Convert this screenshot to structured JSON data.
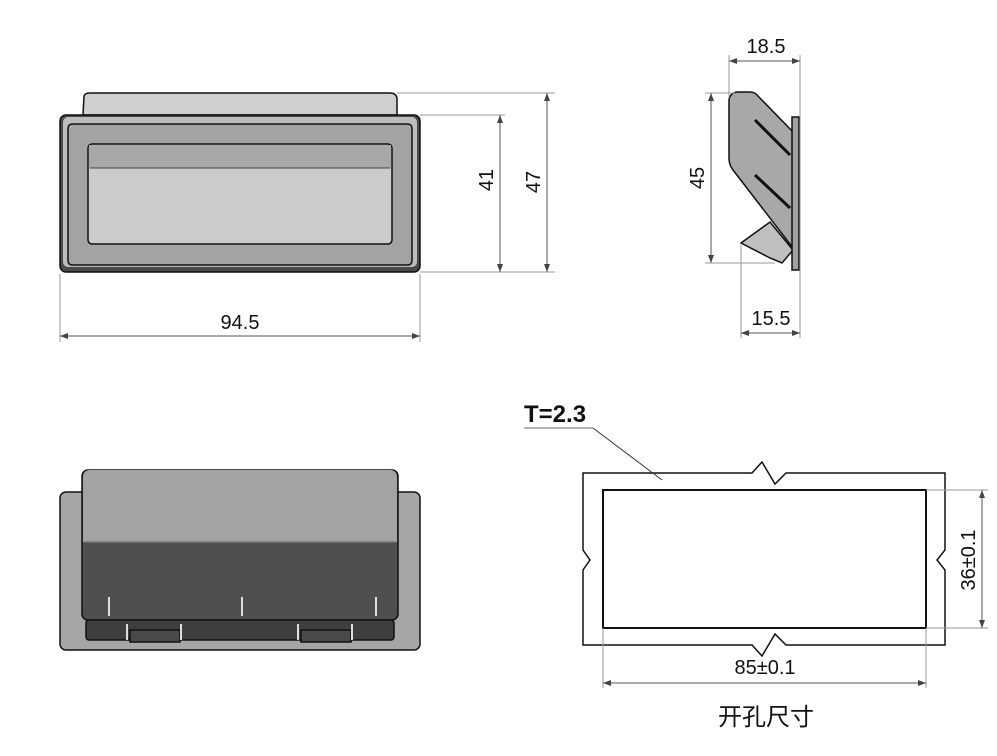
{
  "front_view": {
    "width_label": "94.5",
    "height_inner_label": "41",
    "height_outer_label": "47"
  },
  "side_view": {
    "depth_top_label": "18.5",
    "height_label": "45",
    "depth_bottom_label": "15.5"
  },
  "cutout": {
    "thickness_label": "T=2.3",
    "width_label": "85±0.1",
    "height_label": "36±0.1",
    "caption": "开孔尺寸"
  },
  "colors": {
    "body_light": "#cbcbcb",
    "body_mid": "#a3a3a3",
    "body_dark": "#4f4f4f",
    "line": "#111111"
  }
}
